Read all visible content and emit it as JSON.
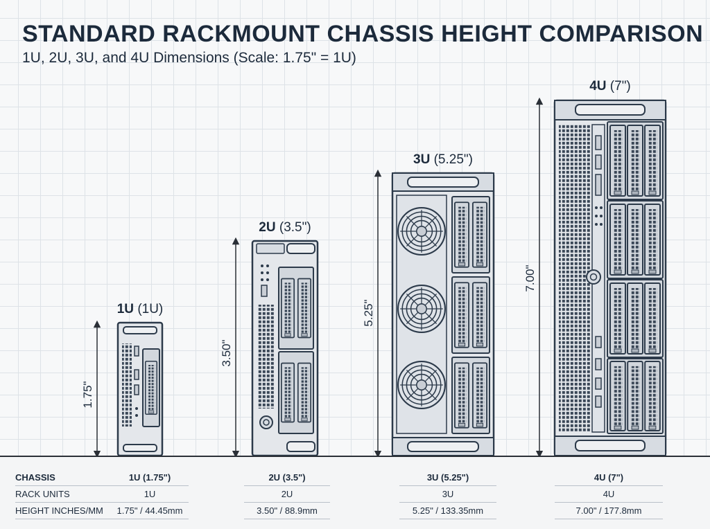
{
  "title": "STANDARD RACKMOUNT CHASSIS HEIGHT COMPARISON",
  "subtitle": "1U, 2U, 3U, and 4U Dimensions (Scale: 1.75\" = 1U)",
  "units": [
    {
      "name": "1U",
      "label_paren": "(1U)",
      "dimension": "1.75\""
    },
    {
      "name": "2U",
      "label_paren": "(3.5\")",
      "dimension": "3.50\""
    },
    {
      "name": "3U",
      "label_paren": "(5.25\")",
      "dimension": "5.25\""
    },
    {
      "name": "4U",
      "label_paren": "(7\")",
      "dimension": "7.00\""
    }
  ],
  "table": {
    "row_labels": [
      "CHASSIS",
      "RACK UNITS",
      "HEIGHT INCHES/MM"
    ],
    "chassis": [
      "1U (1.75\")",
      "2U (3.5\")",
      "3U (5.25\")",
      "4U (7\")"
    ],
    "rack_units": [
      "1U",
      "2U",
      "3U",
      "4U"
    ],
    "heights": [
      "1.75\" / 44.45mm",
      "3.50\" / 88.9mm",
      "5.25\" / 133.35mm",
      "7.00\" / 177.8mm"
    ]
  },
  "colors": {
    "chassis_fill": "#e4e7eb",
    "chassis_stroke": "#2c3a4a",
    "vent": "#3a4757",
    "ground_line": "#2a2f36"
  },
  "icons": [
    "fan-icon",
    "drive-bay-icon",
    "power-button-icon",
    "usb-port-icon",
    "handle-icon",
    "dimension-arrow-icon"
  ]
}
